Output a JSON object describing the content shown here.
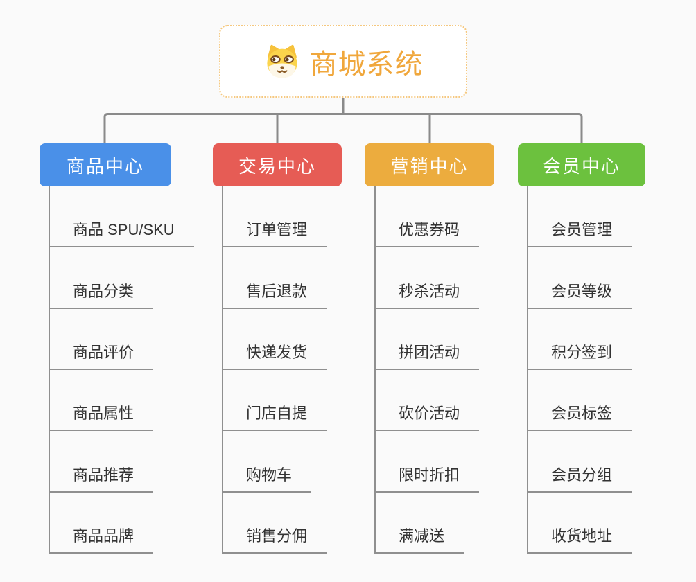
{
  "root": {
    "title": "商城系统",
    "icon": "shiba-dog-icon"
  },
  "branches": [
    {
      "label": "商品中心",
      "color": "#4A90E8",
      "children": [
        "商品 SPU/SKU",
        "商品分类",
        "商品评价",
        "商品属性",
        "商品推荐",
        "商品品牌"
      ]
    },
    {
      "label": "交易中心",
      "color": "#E65C55",
      "children": [
        "订单管理",
        "售后退款",
        "快递发货",
        "门店自提",
        "购物车",
        "销售分佣"
      ]
    },
    {
      "label": "营销中心",
      "color": "#ECAC3E",
      "children": [
        "优惠券码",
        "秒杀活动",
        "拼团活动",
        "砍价活动",
        "限时折扣",
        "满减送"
      ]
    },
    {
      "label": "会员中心",
      "color": "#6CC13E",
      "children": [
        "会员管理",
        "会员等级",
        "积分签到",
        "会员标签",
        "会员分组",
        "收货地址"
      ]
    }
  ],
  "style": {
    "background_color": "#FAFAFA",
    "connector_color": "#8A8A8A",
    "root_border_color": "#F5C87F",
    "root_text_color": "#F0A73C",
    "child_text_color": "#333333"
  }
}
